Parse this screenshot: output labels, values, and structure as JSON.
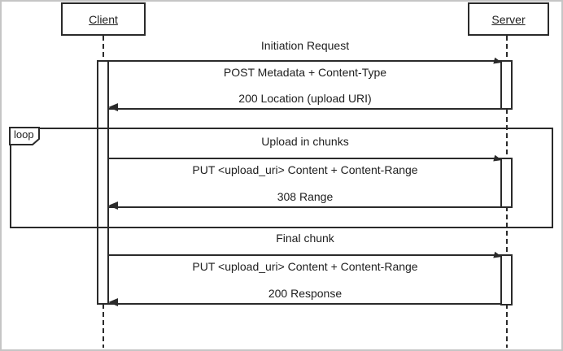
{
  "actors": [
    {
      "label": "Client"
    },
    {
      "label": "Server"
    }
  ],
  "loop": {
    "label": "loop"
  },
  "sections": [
    {
      "title": "Initiation Request",
      "request": "POST Metadata + Content-Type",
      "response": "200 Location (upload URI)"
    },
    {
      "title": "Upload in chunks",
      "request": "PUT <upload_uri> Content + Content-Range",
      "response": "308 Range"
    },
    {
      "title": "Final chunk",
      "request": "PUT <upload_uri> Content + Content-Range",
      "response": "200 Response"
    }
  ],
  "colors": {
    "line": "#2a2a2a",
    "background": "#ffffff",
    "frame_border": "#c5c5c5"
  }
}
